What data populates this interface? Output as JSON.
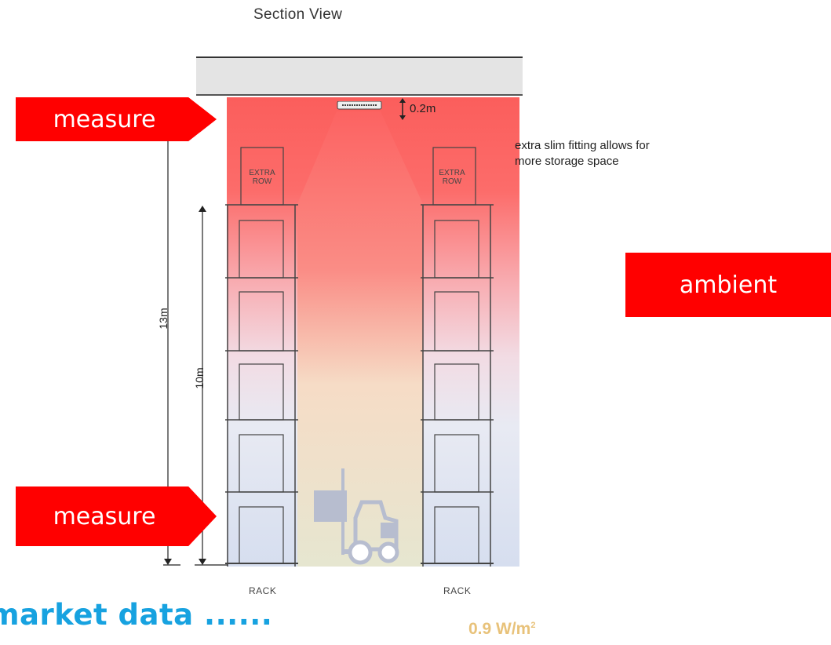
{
  "section_title": "Section View",
  "lamp_gap": "0.2m",
  "note": "extra slim fitting allows for more storage space",
  "extra_row": {
    "line1": "EXTRA",
    "line2": "ROW"
  },
  "dims": {
    "overall": "13m",
    "rack": "10m"
  },
  "rack_labels": {
    "left": "RACK",
    "right": "RACK"
  },
  "callouts": {
    "top": "measure",
    "bottom": "measure",
    "ambient": "ambient"
  },
  "footer": {
    "market": "market data ......",
    "power": "0.9 W/m",
    "power_exp": "2"
  },
  "colors": {
    "callout": "#ff0000",
    "market": "#17a2e0",
    "power": "#e8c27a",
    "heat_top": "#fb5e5c"
  }
}
